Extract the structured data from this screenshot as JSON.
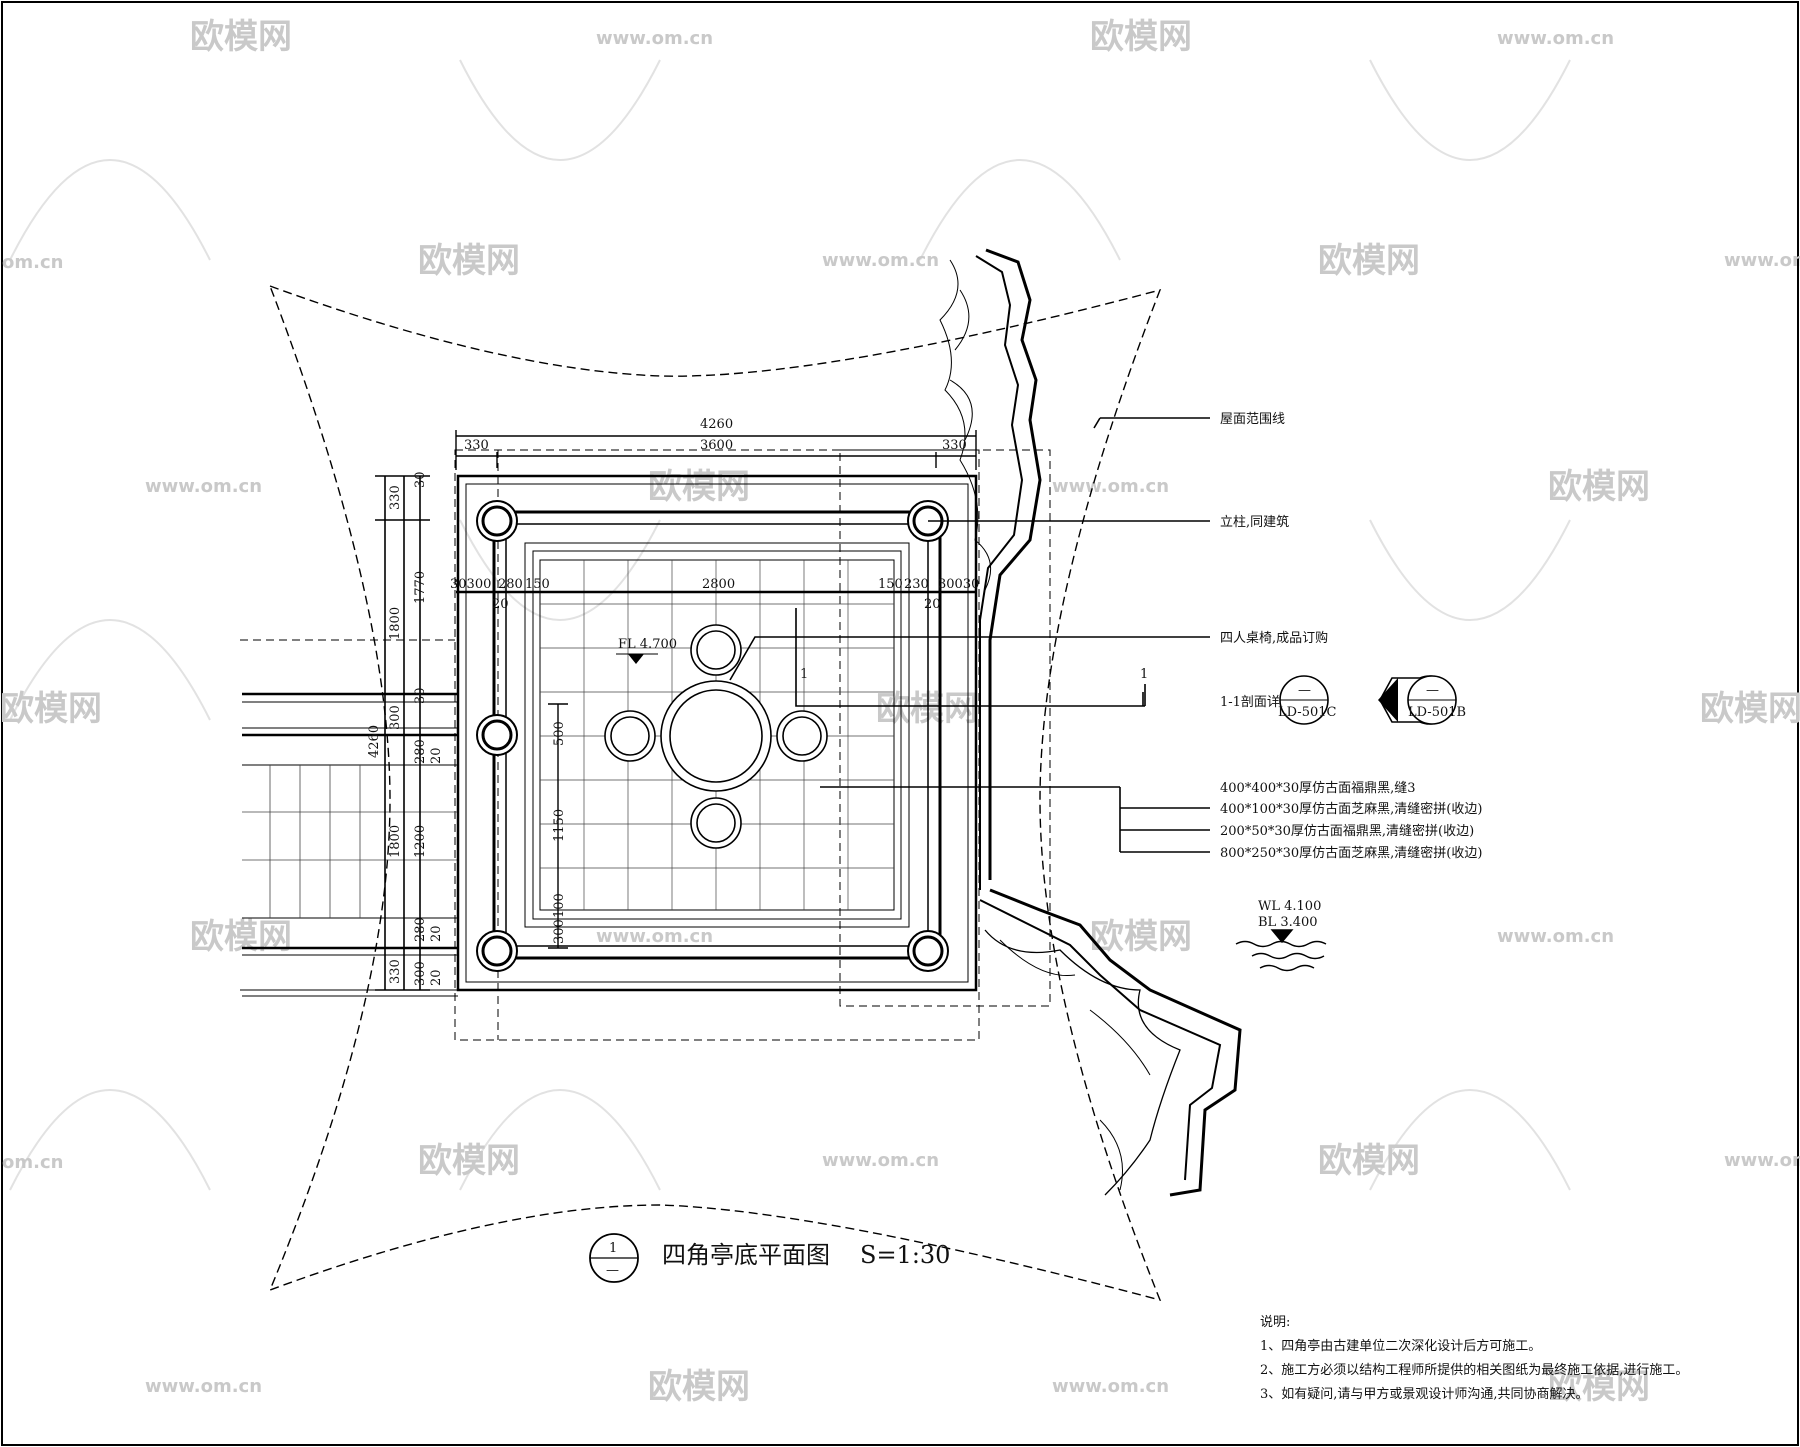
{
  "watermark": {
    "brand": "欧模网",
    "url": "www.om.cn",
    "url_fragment": "om.cn"
  },
  "dimensions": {
    "top_total": "4260",
    "top_left": "330",
    "top_mid": "3600",
    "top_right": "330",
    "inner_mid": "2800",
    "inner_left": "30300",
    "inner_left2": "280",
    "inner_left3": "150",
    "inner_right1": "150",
    "inner_right2": "230",
    "inner_right3": "30030",
    "inner_sub_left": "20",
    "inner_sub_right": "20",
    "left_330_top": "330",
    "left_30_top": "30",
    "left_1770": "1770",
    "left_1800_top": "1800",
    "left_4260": "4260",
    "left_300_a": "300",
    "left_30_b": "30",
    "left_280_a": "280",
    "left_20_a": "20",
    "left_1200": "1200",
    "left_1800_bottom": "1800",
    "left_280_b": "280",
    "left_20_b": "20",
    "left_330_bottom": "330",
    "left_300_b": "300",
    "left_20_c": "20",
    "inner_500": "500",
    "inner_1150": "1150",
    "inner_300": "300",
    "inner_100": "100"
  },
  "levels": {
    "floor": "FL 4.700",
    "water": "WL 4.100",
    "bottom": "BL 3.400"
  },
  "section": {
    "mark": "1",
    "ref_a": "LD-501C",
    "ref_b": "LD-501B",
    "dash": "—"
  },
  "annotations": {
    "roof": "屋面范围线",
    "column": "立柱,同建筑",
    "furniture": "四人桌椅,成品订购",
    "section": "1-1剖面详",
    "m1": "400*400*30厚仿古面福鼎黑,缝3",
    "m2": "400*100*30厚仿古面芝麻黑,清缝密拼(收边)",
    "m3": "200*50*30厚仿古面福鼎黑,清缝密拼(收边)",
    "m4": "800*250*30厚仿古面芝麻黑,清缝密拼(收边)"
  },
  "title": {
    "number": "1",
    "dash": "—",
    "name": "四角亭底平面图",
    "scale": "S=1:30"
  },
  "notes": {
    "heading": "说明:",
    "n1": "1、四角亭由古建单位二次深化设计后方可施工。",
    "n2": "2、施工方必须以结构工程师所提供的相关图纸为最终施工依据,进行施工。",
    "n3": "3、如有疑问,请与甲方或景观设计师沟通,共同协商解决。"
  }
}
